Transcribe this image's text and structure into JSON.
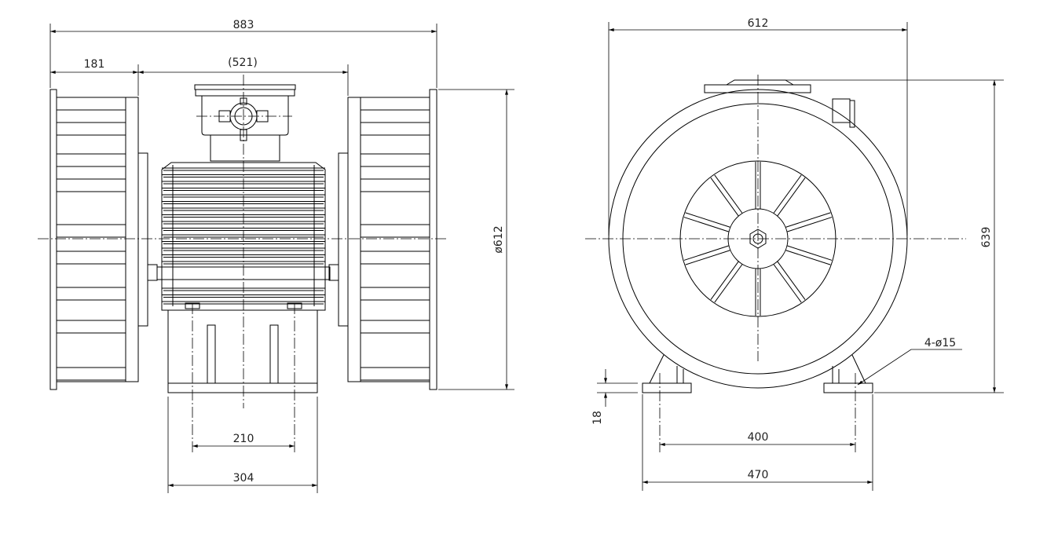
{
  "title": "Motor fan outline drawing",
  "side_view": {
    "dims": {
      "overall_length": "883",
      "fan_length": "181",
      "motor_length": "(521)",
      "diameter": "ø612",
      "foot_hole_spacing": "210",
      "foot_width": "304"
    }
  },
  "end_view": {
    "dims": {
      "overall_width": "612",
      "height": "639",
      "foot_thickness": "18",
      "hole_spacing": "400",
      "foot_span": "470",
      "holes": "4-ø15"
    },
    "spoke_count": 10
  }
}
